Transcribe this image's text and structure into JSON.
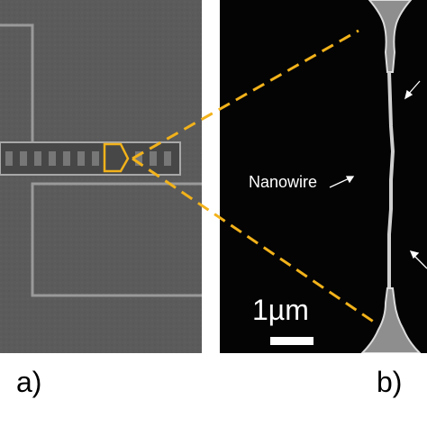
{
  "figure": {
    "panel_a": {
      "label": "a)",
      "highlight_color": "#f2b21a"
    },
    "panel_b": {
      "label": "b)",
      "annotation": "Nanowire",
      "scale_bar_text": "1µm"
    },
    "colors": {
      "guide_lines": "#f2b21a",
      "sem_background_a": "#5b5b5b",
      "sem_background_b": "#040404",
      "wire": "#cfcfcf"
    }
  }
}
